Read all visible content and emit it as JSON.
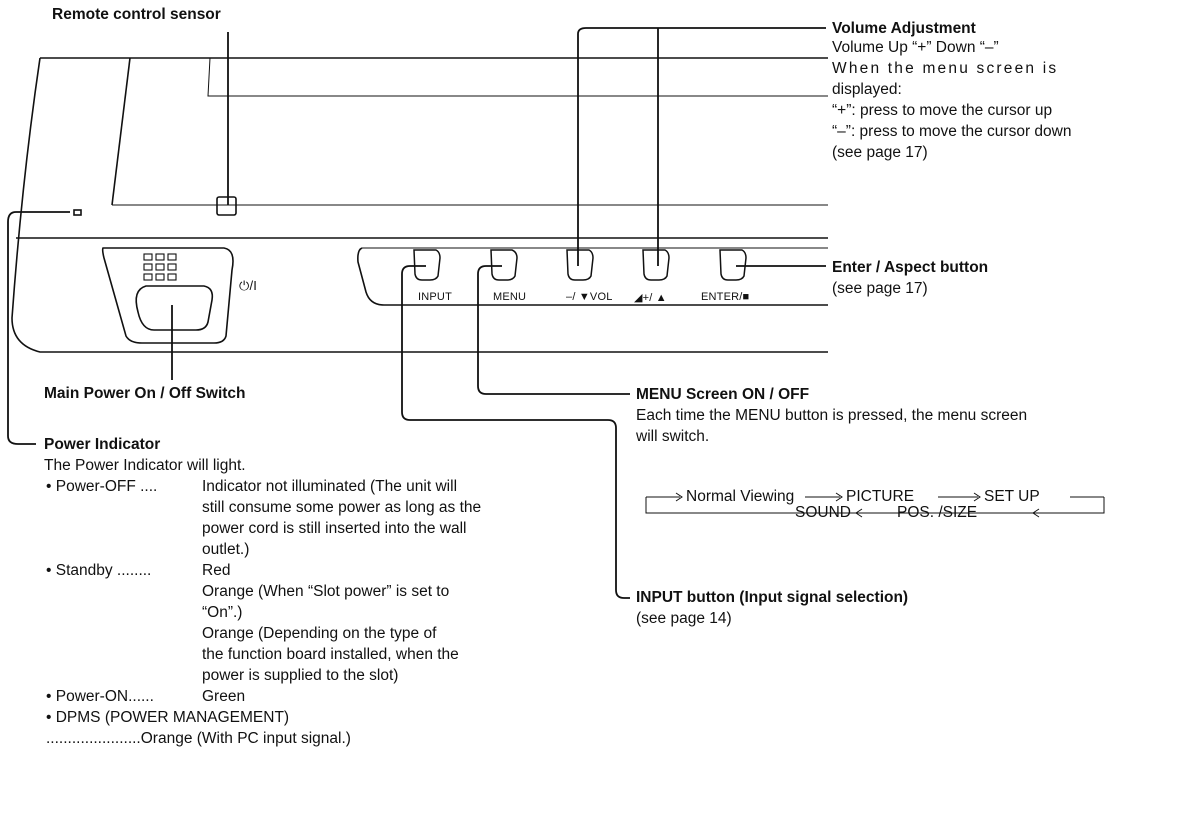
{
  "labels": {
    "remote_sensor": "Remote control sensor",
    "main_power": "Main Power On / Off Switch",
    "power_icon": "⏻/I",
    "volume": {
      "title": "Volume Adjustment",
      "lines": [
        "Volume Up “+” Down “–”",
        "When the menu screen is",
        "displayed:",
        "“+”: press to move the cursor up",
        "“–”: press to move the cursor down",
        "(see page 17)"
      ]
    },
    "enter": {
      "title": "Enter / Aspect button",
      "note": "(see page 17)"
    },
    "menu": {
      "title": "MENU Screen ON / OFF",
      "line1": "Each time the MENU button is pressed, the menu screen",
      "line2": "will switch.",
      "cycle_top": [
        "Normal Viewing",
        "PICTURE",
        "SET UP"
      ],
      "cycle_bottom": [
        "SOUND",
        "POS. /SIZE"
      ]
    },
    "input": {
      "title": "INPUT button (Input signal selection)",
      "note": "(see page 14)"
    },
    "power_indicator": {
      "title": "Power Indicator",
      "intro": "The Power Indicator will light.",
      "off_key": "• Power-OFF ....",
      "off_lines": [
        "Indicator not illuminated (The unit will",
        "still consume some power as long as the",
        "power cord is still inserted into the wall",
        "outlet.)"
      ],
      "standby_key": "• Standby ........",
      "standby_lines": [
        "Red",
        "Orange (When “Slot power” is set to",
        "“On”.)",
        "Orange (Depending on the type of",
        "the function board installed, when the",
        "power is supplied to the slot)"
      ],
      "on_key": "• Power-ON......",
      "on_value": "Green",
      "dpms": "• DPMS (POWER MANAGEMENT)",
      "dpms_value": "......................Orange (With PC input signal.)"
    }
  },
  "buttons": {
    "input": "INPUT",
    "menu": "MENU",
    "vol_minus": "–/ ▼VOL",
    "vol_plus": "◢+/ ▲",
    "enter": "ENTER/■"
  }
}
